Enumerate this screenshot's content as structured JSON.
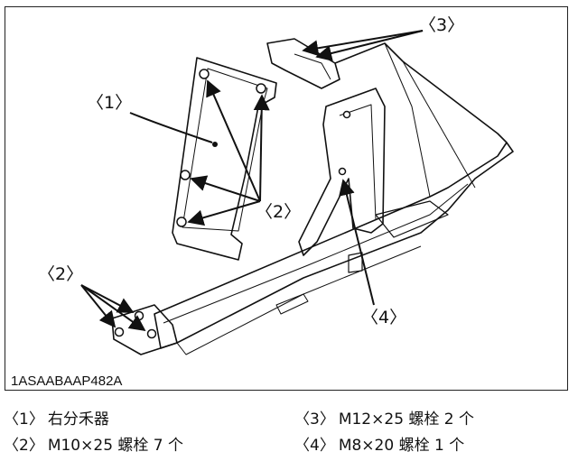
{
  "figure": {
    "code": "1ASAABAAP482A",
    "callouts": {
      "c1": "〈1〉",
      "c2_top": "〈2〉",
      "c2_left": "〈2〉",
      "c3": "〈3〉",
      "c4": "〈4〉"
    }
  },
  "legend": [
    {
      "num": "〈1〉",
      "text": "右分禾器"
    },
    {
      "num": "〈2〉",
      "text": "M10×25 螺栓 7 个"
    },
    {
      "num": "〈3〉",
      "text": "M12×25 螺栓 2 个"
    },
    {
      "num": "〈4〉",
      "text": "M8×20 螺栓 1 个"
    }
  ]
}
